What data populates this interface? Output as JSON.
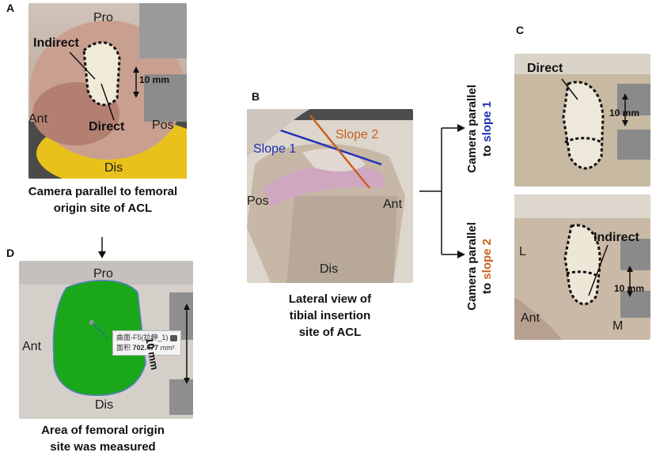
{
  "panels": {
    "A": {
      "letter": "A",
      "labels": {
        "pro": "Pro",
        "indirect": "Indirect",
        "ant": "Ant",
        "direct": "Direct",
        "pos": "Pos",
        "dis": "Dis",
        "scale": "10 mm"
      },
      "caption": [
        "Camera parallel to femoral",
        "origin site of ACL"
      ]
    },
    "B": {
      "letter": "B",
      "labels": {
        "slope1": "Slope 1",
        "slope2": "Slope 2",
        "pos": "Pos",
        "ant": "Ant",
        "dis": "Dis"
      },
      "caption": [
        "Lateral view of",
        "tibial insertion",
        "site of ACL"
      ],
      "colors": {
        "slope1": "#1f2fb5",
        "slope2": "#c9601f"
      }
    },
    "C": {
      "letter": "C",
      "top": {
        "direct": "Direct",
        "scale": "10 mm",
        "camera_line1": "Camera parallel",
        "camera_line2_prefix": "to ",
        "camera_line2_slope": "slope 1"
      },
      "bottom": {
        "indirect": "Indirect",
        "l": "L",
        "ant": "Ant",
        "m": "M",
        "scale": "10 mm",
        "camera_line1": "Camera parallel",
        "camera_line2_prefix": "to ",
        "camera_line2_slope": "slope 2"
      }
    },
    "D": {
      "letter": "D",
      "labels": {
        "pro": "Pro",
        "ant": "Ant",
        "dis": "Dis",
        "scale": "10 mm"
      },
      "popup": {
        "row1": "曲面-F5(拉伸_1)",
        "row2_label": "面积",
        "row2_value": "702.477",
        "row2_unit": "mm²"
      },
      "caption": [
        "Area of femoral origin",
        "site was measured"
      ],
      "colors": {
        "area_fill": "#1aa81a"
      }
    }
  }
}
